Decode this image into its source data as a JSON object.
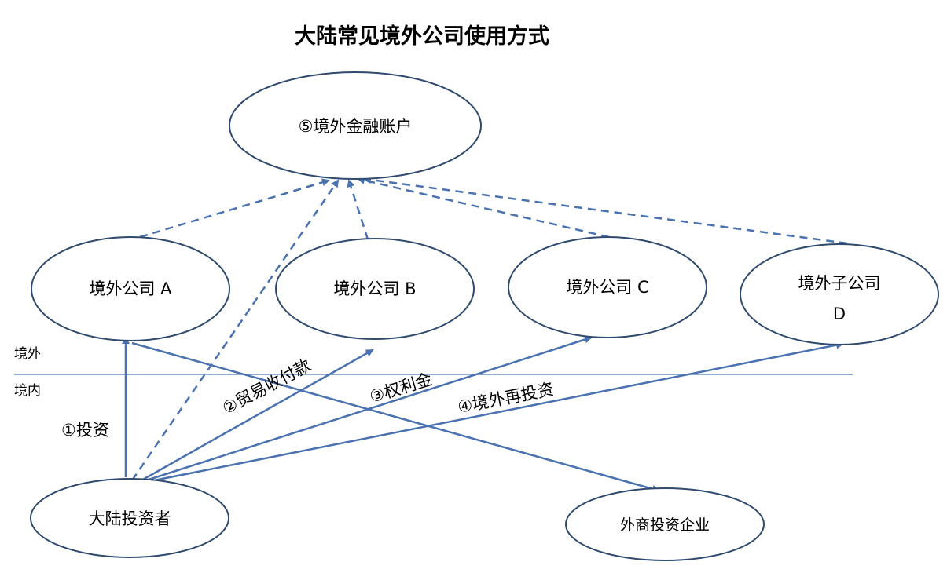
{
  "title": "大陆常见境外公司使用方式",
  "zones": {
    "overseas": "境外",
    "domestic": "境内"
  },
  "nodes": {
    "financial_account": "⑤境外金融账户",
    "company_a": "境外公司 A",
    "company_b": "境外公司 B",
    "company_c": "境外公司 C",
    "subsidiary_d_line1": "境外子公司",
    "subsidiary_d_line2": "D",
    "investor": "大陆投资者",
    "fie": "外商投资企业"
  },
  "edges": {
    "invest": "①投资",
    "trade": "②贸易收付款",
    "royalty": "③权利金",
    "reinvest": "④境外再投资"
  },
  "colors": {
    "arrow": "#4a72b0",
    "node_border": "#2f4a6e",
    "divider": "#6f8fbf"
  }
}
